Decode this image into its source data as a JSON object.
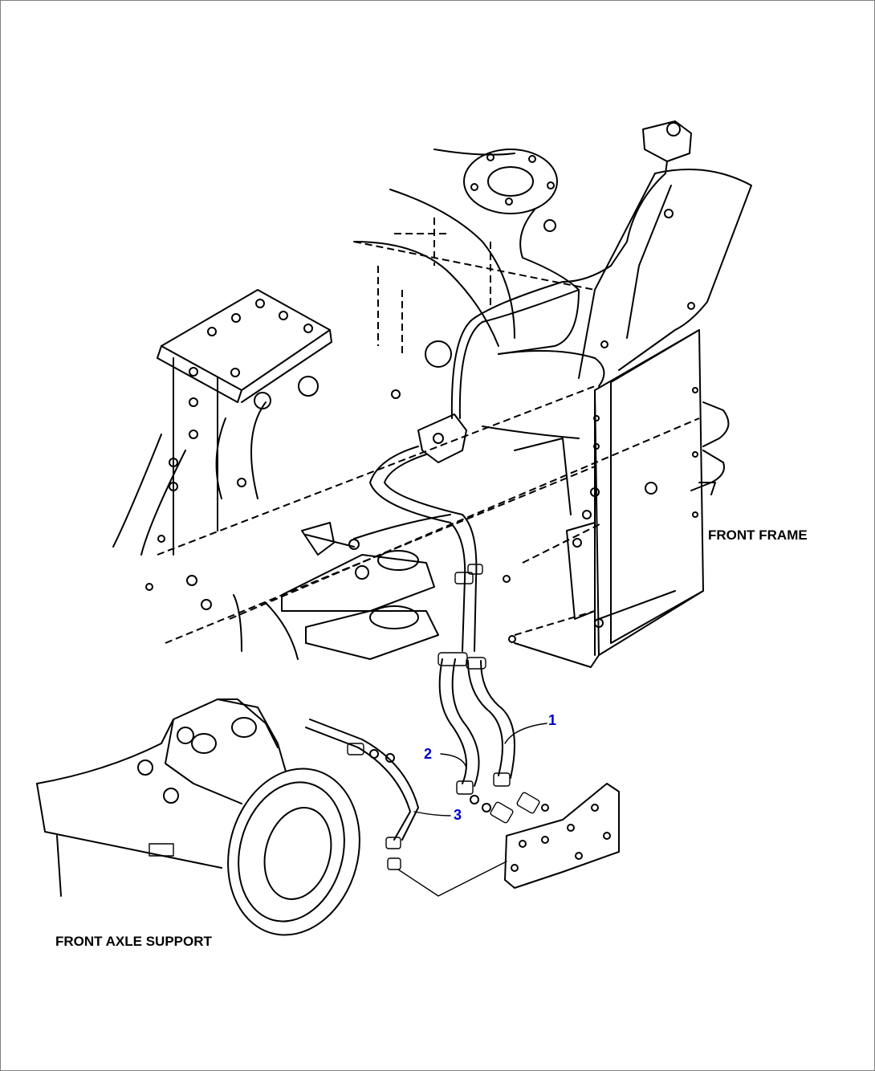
{
  "labels": {
    "front_frame": "FRONT FRAME",
    "front_axle_support": "FRONT AXLE SUPPORT"
  },
  "callouts": [
    "1",
    "2",
    "3"
  ],
  "colors": {
    "line": "#000000",
    "callout": "#0000cc",
    "border": "#7f7f7f",
    "background": "#ffffff"
  }
}
